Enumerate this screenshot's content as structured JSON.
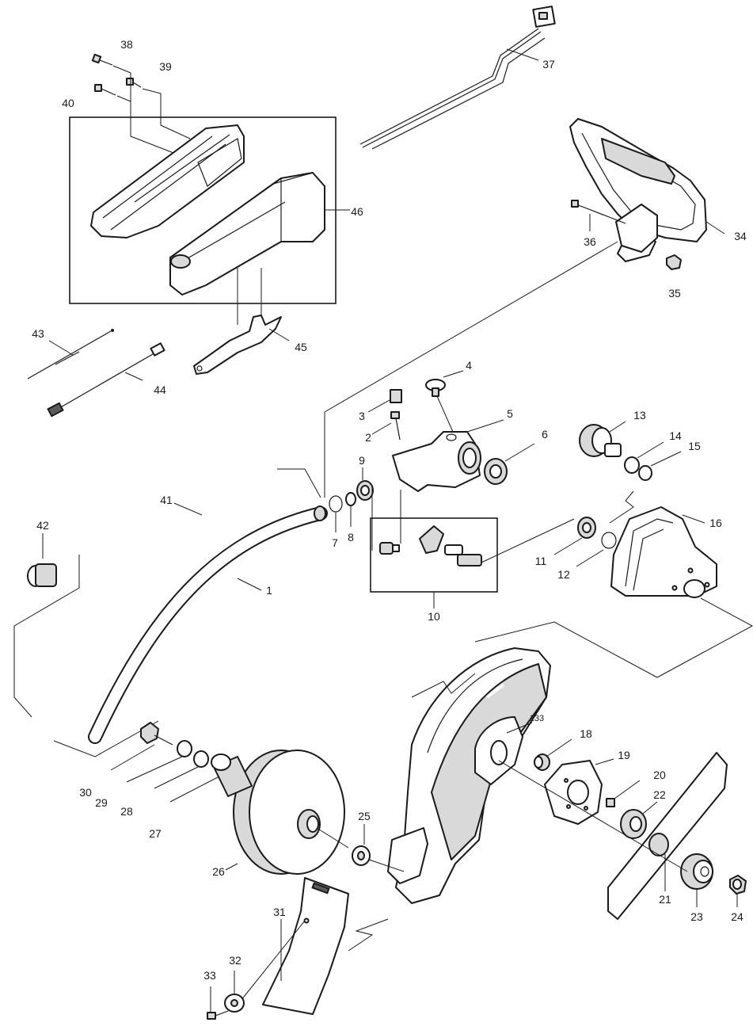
{
  "parts": {
    "p1": "1",
    "p2": "2",
    "p3": "3",
    "p4": "4",
    "p5": "5",
    "p6": "6",
    "p7": "7",
    "p8": "8",
    "p9": "9",
    "p10": "10",
    "p11": "11",
    "p12": "12",
    "p13": "13",
    "p14": "14",
    "p15": "15",
    "p16": "16",
    "p18": "18",
    "p19": "19",
    "p20": "20",
    "p21": "21",
    "p22": "22",
    "p23": "23",
    "p24": "24",
    "p25": "25",
    "p26": "26",
    "p27": "27",
    "p28": "28",
    "p29": "29",
    "p30": "30",
    "p31": "31",
    "p32": "32",
    "p33": "33",
    "p34": "34",
    "p35": "35",
    "p36": "36",
    "p37": "37",
    "p38": "38",
    "p39": "39",
    "p40": "40",
    "p41": "41",
    "p42": "42",
    "p43": "43",
    "p44": "44",
    "p45": "45",
    "p46": "46",
    "p133": "133"
  }
}
